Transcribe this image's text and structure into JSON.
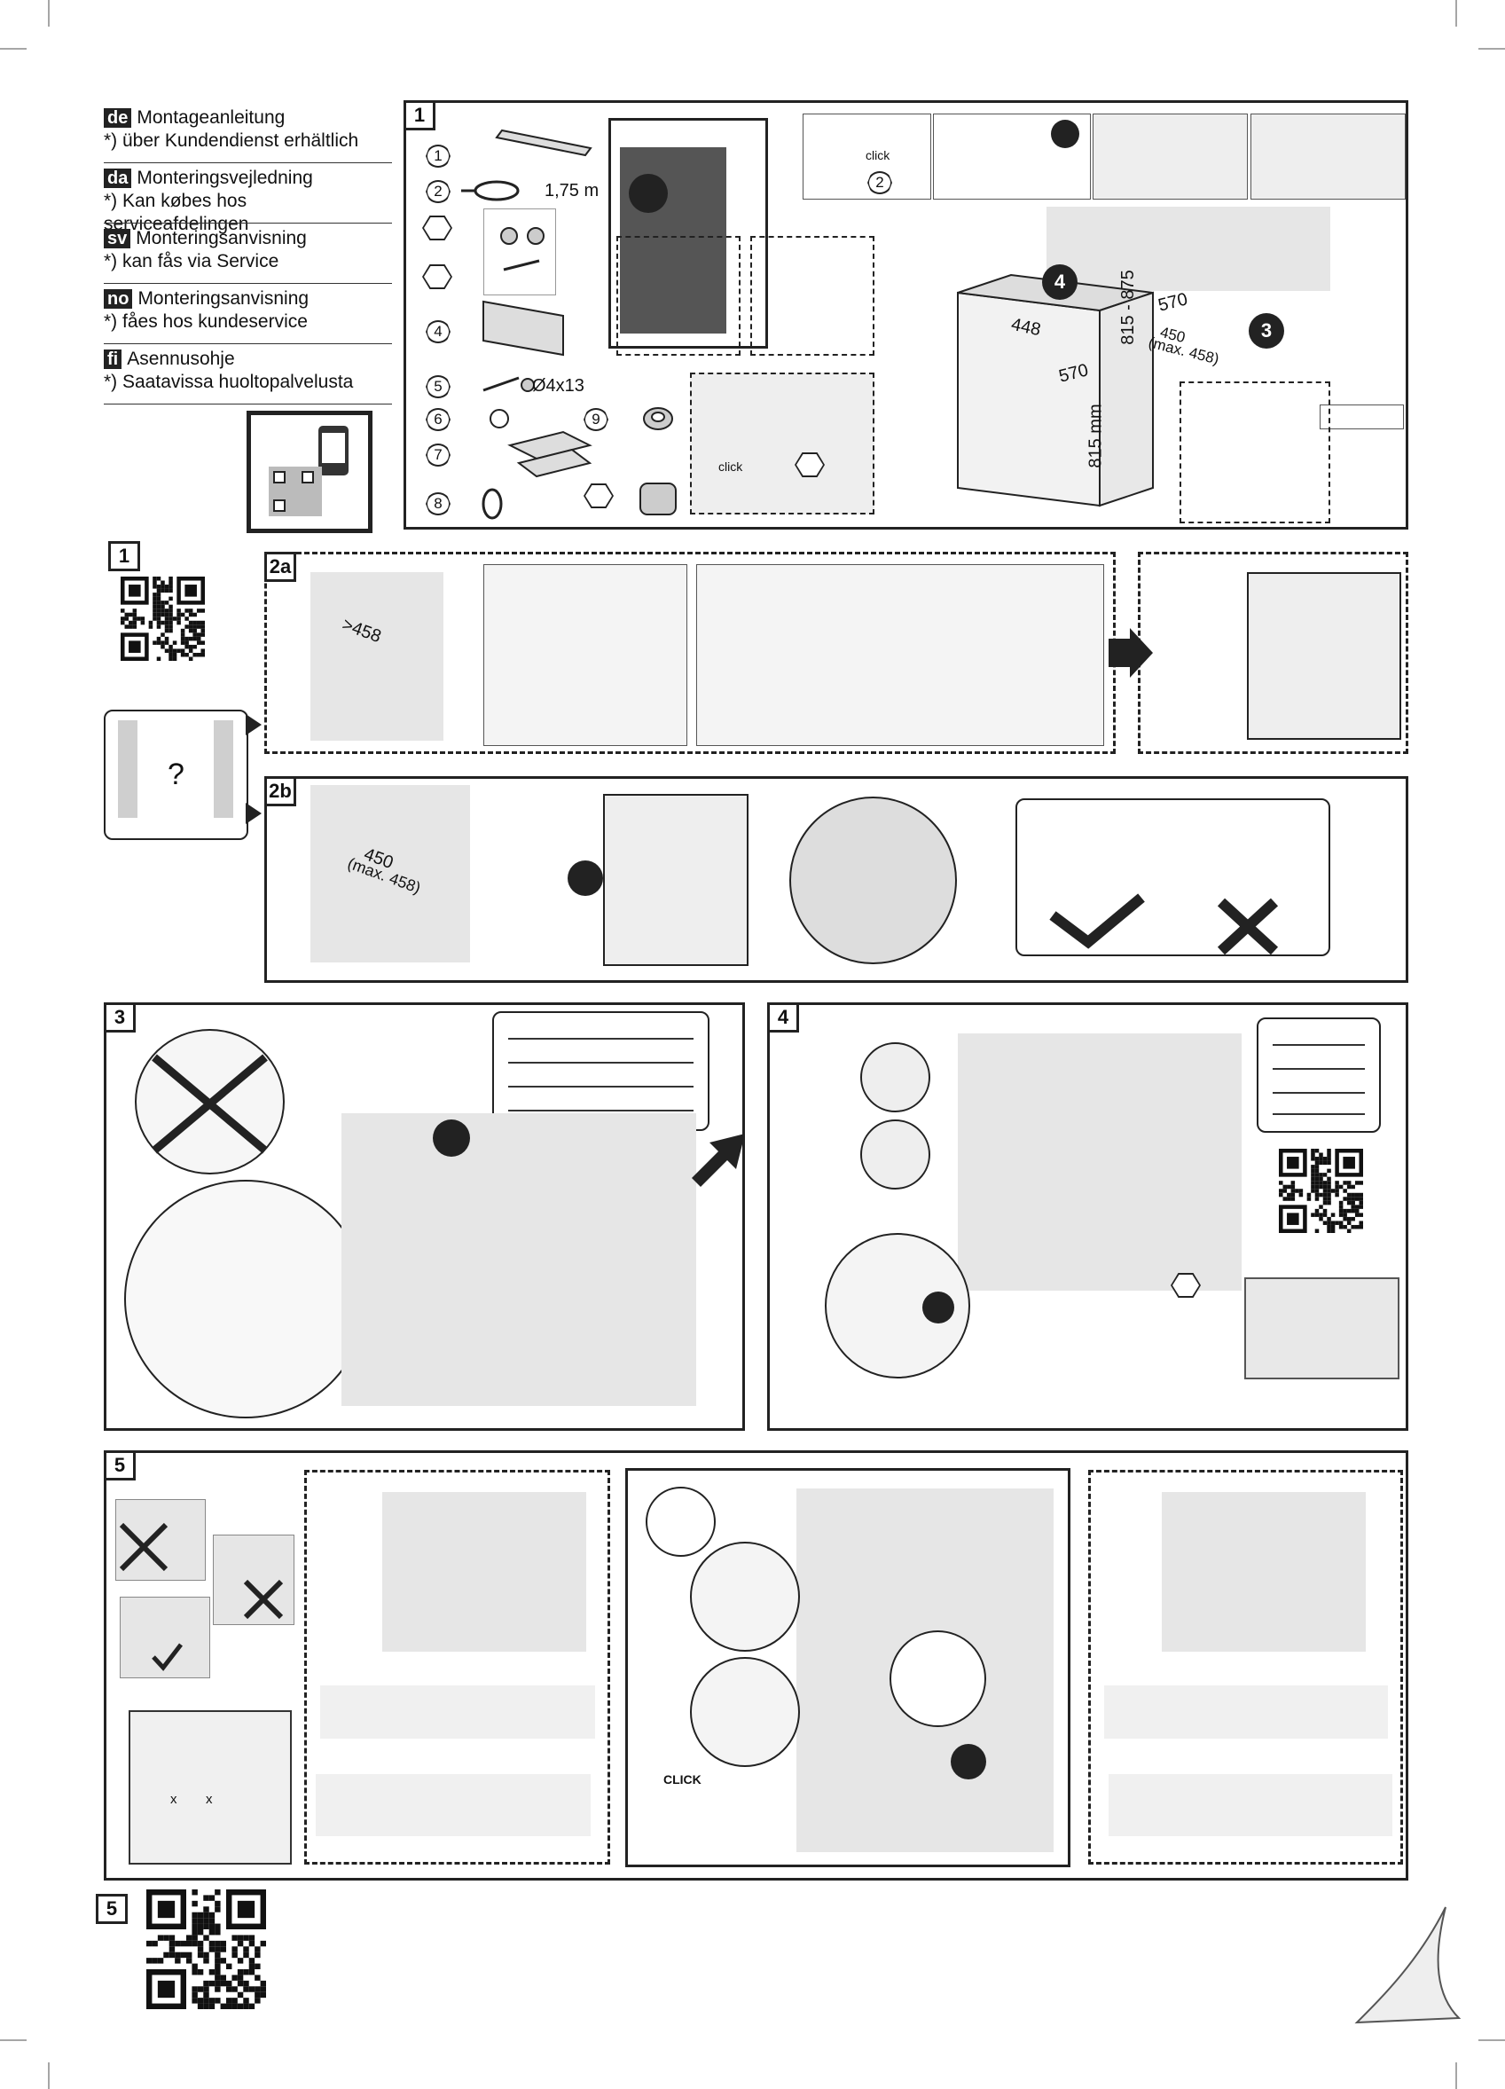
{
  "languages": [
    {
      "code": "de",
      "title": "Montageanleitung",
      "note": "*) über Kundendienst erhältlich"
    },
    {
      "code": "da",
      "title": "Monteringsvejledning",
      "note": "*) Kan købes hos serviceafdelingen"
    },
    {
      "code": "sv",
      "title": "Monteringsanvisning",
      "note": "*) kan fås via Service"
    },
    {
      "code": "no",
      "title": "Monteringsanvisning",
      "note": "*) fåes hos kundeservice"
    },
    {
      "code": "fi",
      "title": "Asennusohje",
      "note": "*) Saatavissa huoltopalvelusta"
    }
  ],
  "steps": {
    "s1_top": "1",
    "s1_left": "1",
    "s2a": "2a",
    "s2b": "2b",
    "s3": "3",
    "s4": "4",
    "s5": "5",
    "s5_bottom": "5"
  },
  "parts": {
    "p1": "1",
    "p2": "2",
    "p4": "4",
    "p5": "5",
    "p6": "6",
    "p7": "7",
    "p8": "8",
    "p9": "9",
    "cable_length": "1,75 m",
    "screw_size": "Ø4x13"
  },
  "dimensions": {
    "d448": "448",
    "d570": "570",
    "d815mm": "815 mm",
    "d815_875": "815 - 875",
    "d570b": "570",
    "d450": "450",
    "dmax458": "(max. 458)",
    "dgt458": ">458",
    "d450b": "450",
    "dmax458b": "(max. 458)"
  },
  "labels": {
    "click1": "click",
    "click2": "click",
    "click3": "CLICK",
    "question": "?",
    "step4": "4",
    "step3": "3",
    "x1": "x",
    "x2": "x"
  }
}
